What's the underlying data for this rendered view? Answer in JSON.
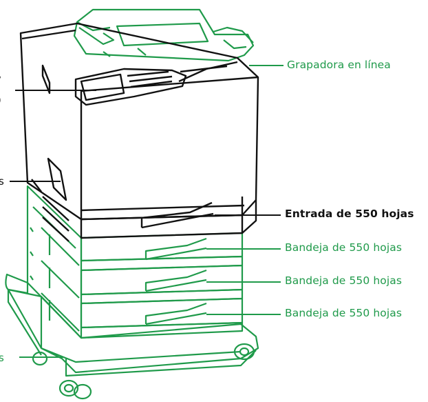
{
  "colors": {
    "accent_green": "#1f9a4a",
    "outline_black": "#111111"
  },
  "callouts": {
    "stapler": "Grapadora en línea",
    "input_550": "Entrada de 550 hojas",
    "tray_1": "Bandeja de 550 hojas",
    "tray_2": "Bandeja de 550 hojas",
    "tray_3": "Bandeja de 550 hojas"
  }
}
